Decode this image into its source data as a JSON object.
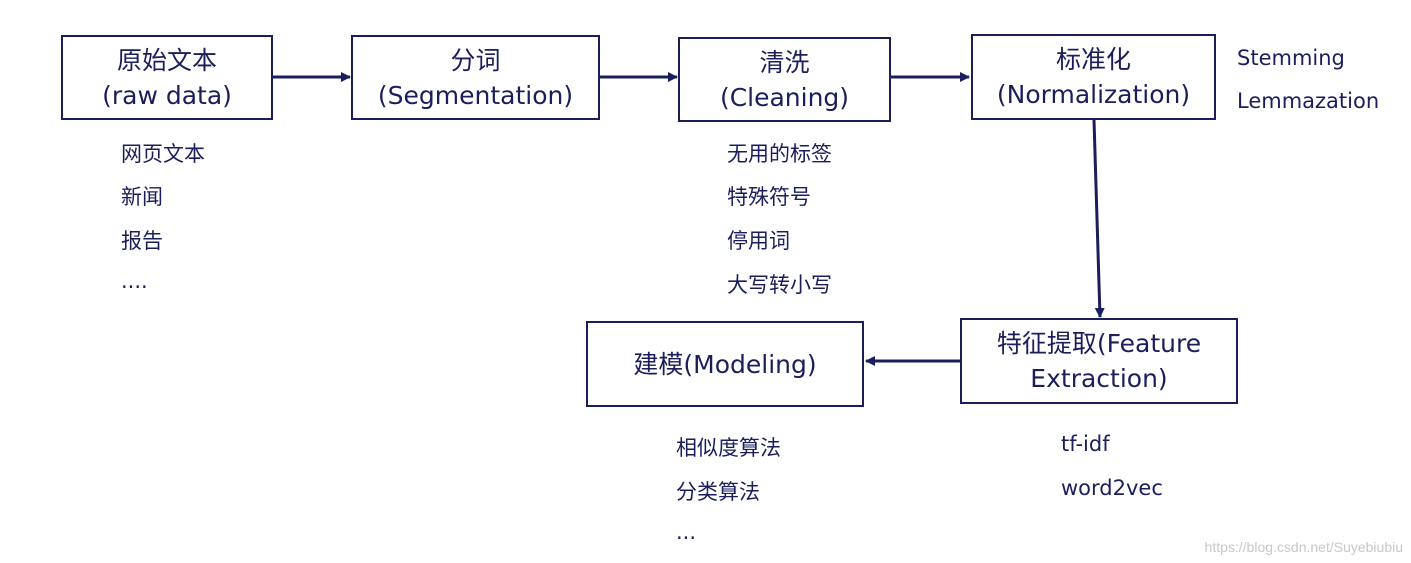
{
  "diagram": {
    "nodes": {
      "raw": {
        "line1": "原始文本",
        "line2": "(raw data)"
      },
      "seg": {
        "line1": "分词",
        "line2": "(Segmentation)"
      },
      "clean": {
        "line1": "清洗",
        "line2": "(Cleaning)"
      },
      "norm": {
        "line1": "标准化",
        "line2": "(Normalization)"
      },
      "feat": {
        "line1": "特征提取(Feature",
        "line2": "Extraction)"
      },
      "model": {
        "line1": "建模(Modeling)"
      }
    },
    "raw_notes": [
      "网页文本",
      "新闻",
      "报告",
      "...."
    ],
    "clean_notes": [
      "无用的标签",
      "特殊符号",
      "停用词",
      "大写转小写"
    ],
    "norm_notes": [
      "Stemming",
      "Lemmazation"
    ],
    "feat_notes": [
      "tf-idf",
      "word2vec"
    ],
    "model_notes": [
      "相似度算法",
      "分类算法",
      "..."
    ],
    "colors": {
      "stroke": "#1a1f5c",
      "watermark": "#c8c8c8"
    }
  },
  "watermark": "https://blog.csdn.net/Suyebiubiu"
}
